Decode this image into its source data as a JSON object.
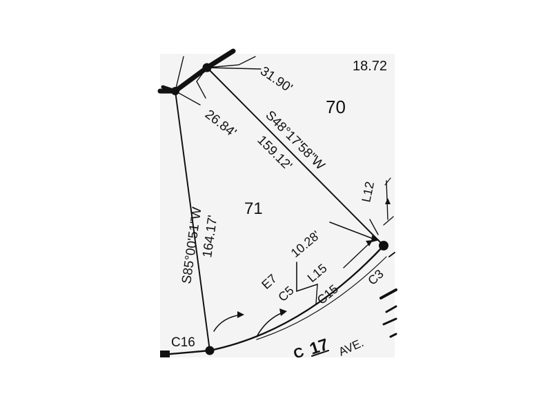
{
  "plat": {
    "lots": {
      "lot_70": "70",
      "lot_71": "71"
    },
    "labels": {
      "area_top_right": "18.72",
      "dim_31_90": "31.90'",
      "dim_26_84": "26.84'",
      "bearing_s48": "S48°17'58\"W",
      "dim_159_12": "159.12'",
      "bearing_s85": "S85°00'51\"W",
      "dim_164_17": "164.17'",
      "line_l12": "L12",
      "dim_10_28": "10.28'",
      "line_l15": "L15",
      "curve_c15": "C15",
      "curve_c3": "C3",
      "easement_e7": "E7",
      "curve_c5": "C5",
      "curve_c16": "C16",
      "street_17": "17",
      "street_ave": "AVE.",
      "street_c": "C"
    },
    "colors": {
      "ink": "#111111",
      "paper": "#ffffff",
      "scan_bg": "#f2f2f2"
    }
  }
}
